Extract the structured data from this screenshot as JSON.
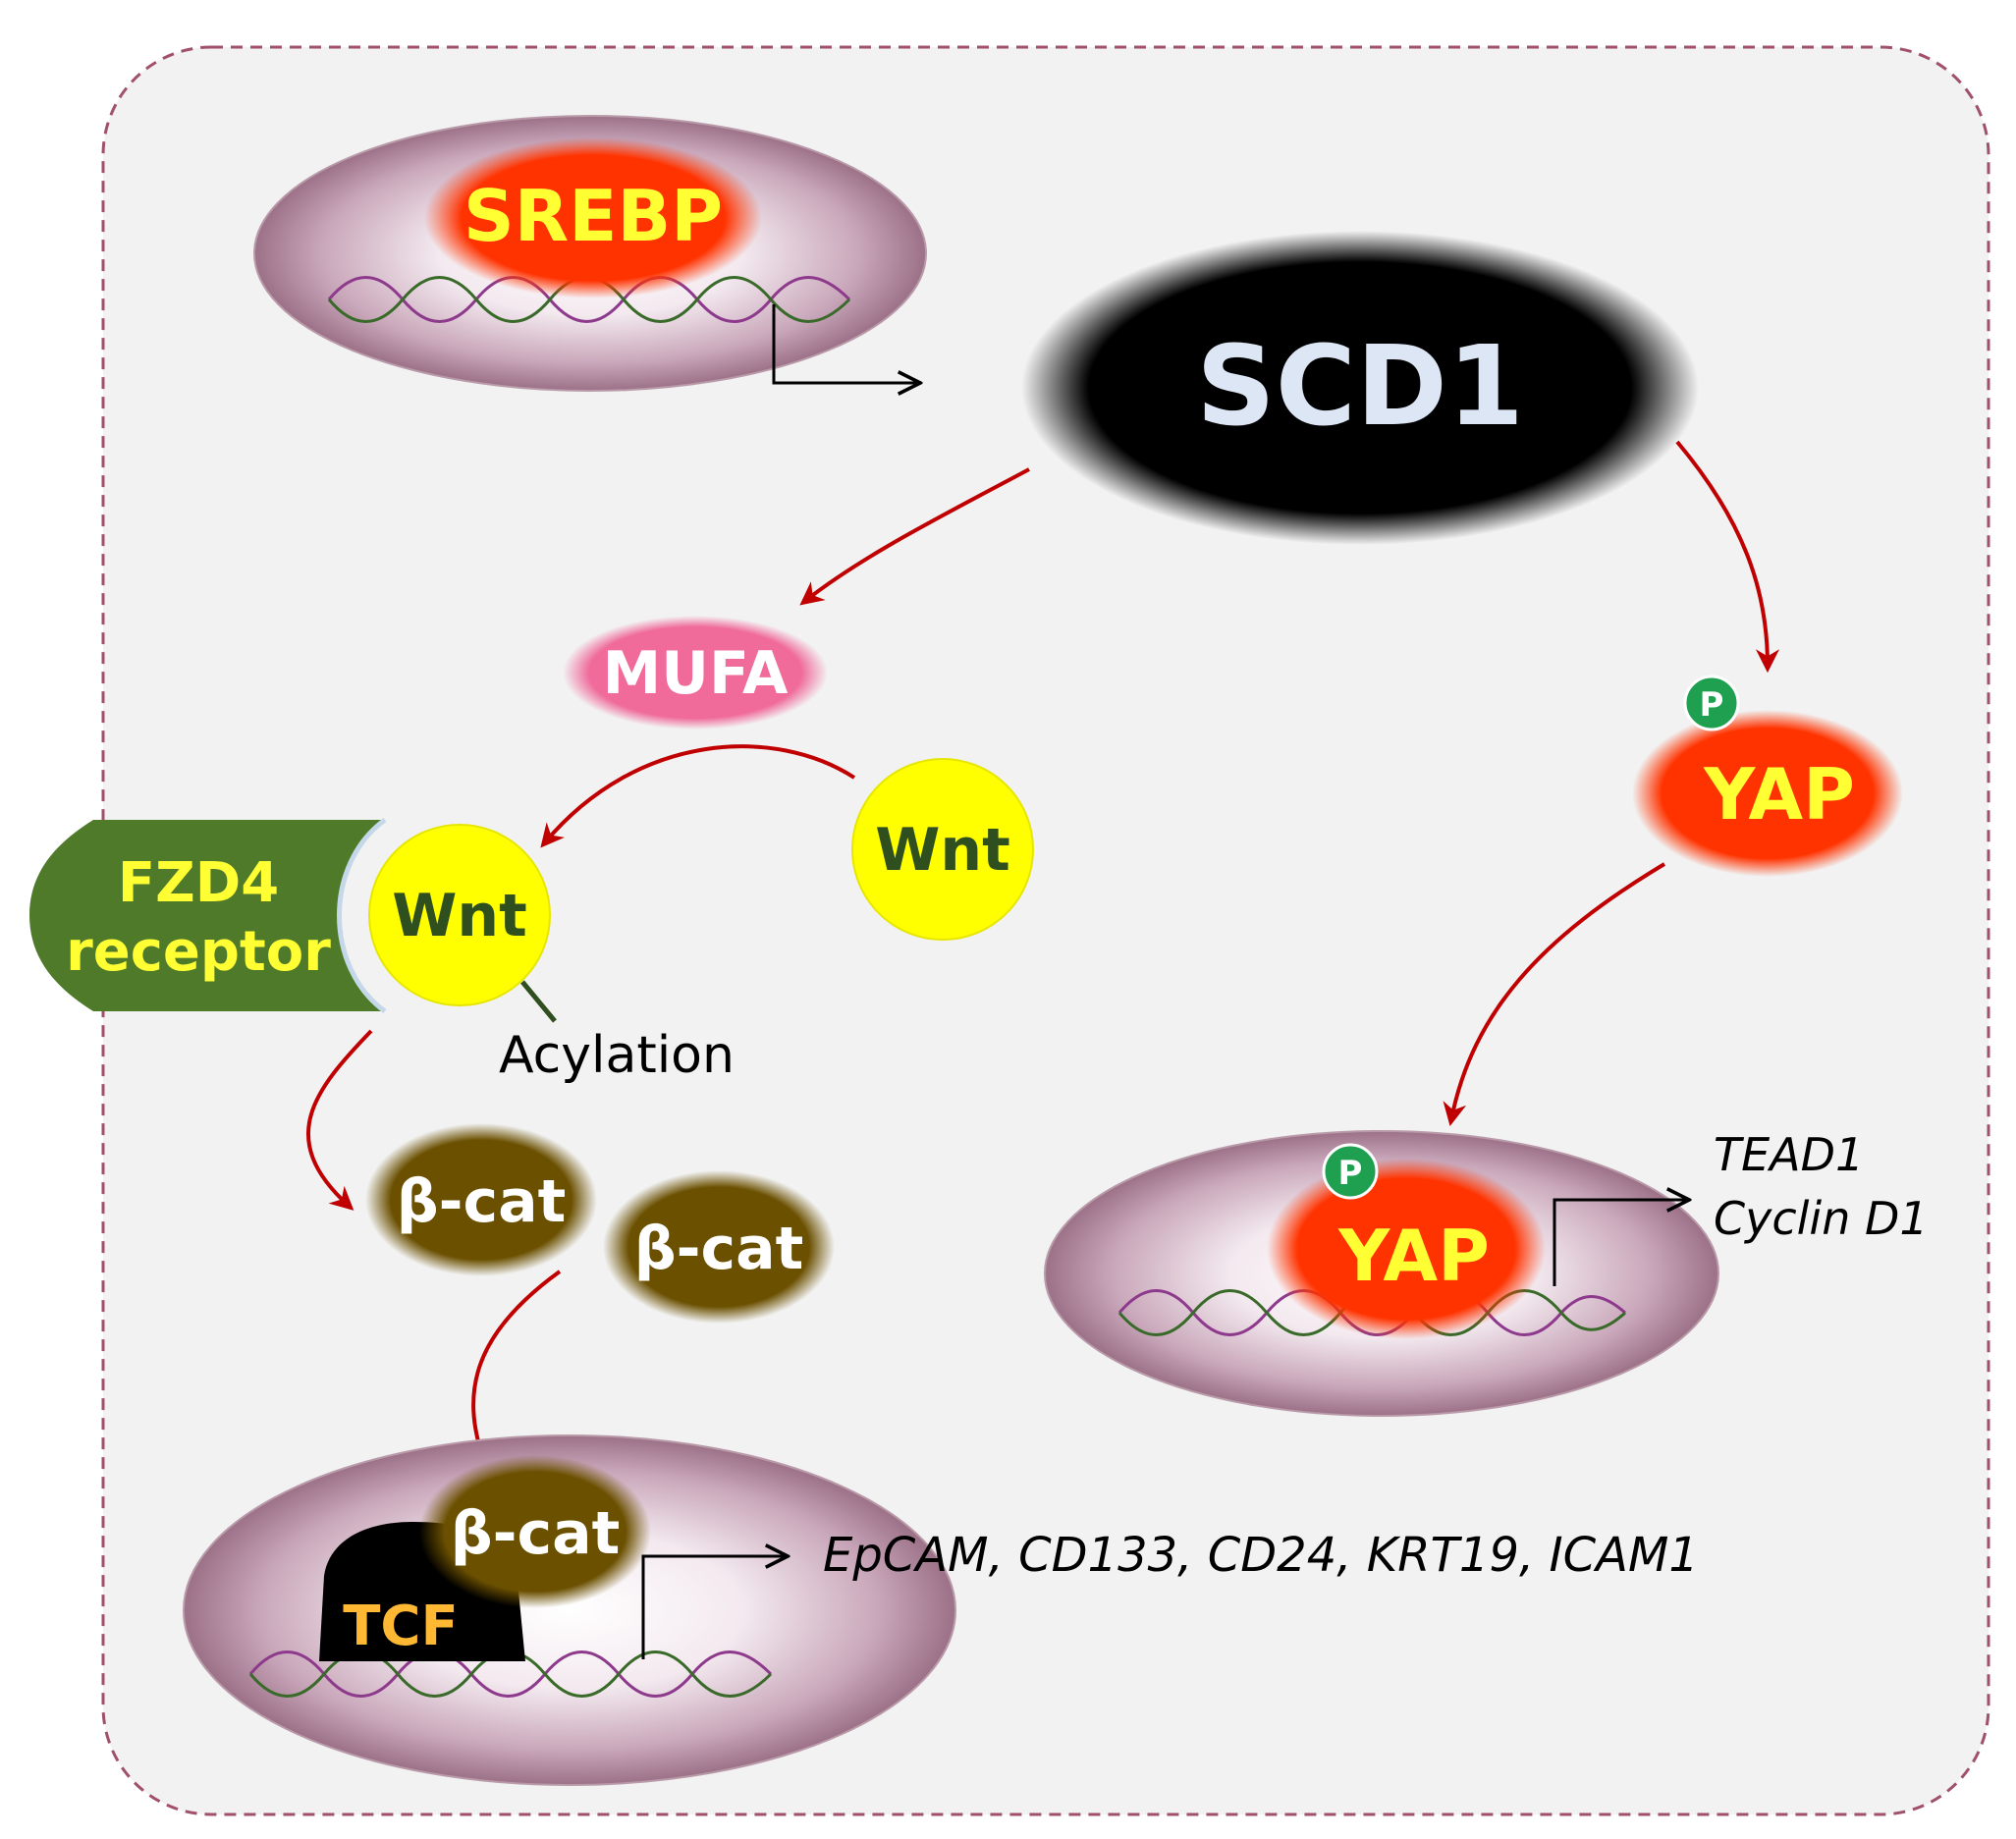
{
  "nodes": {
    "srebp": "SREBP",
    "scd1": "SCD1",
    "mufa": "MUFA",
    "wnt_bound": "Wnt",
    "wnt_free": "Wnt",
    "fzd4_line1": "FZD4",
    "fzd4_line2": "receptor",
    "acylation": "Acylation",
    "bcat1": "β-cat",
    "bcat2": "β-cat",
    "bcat3": "β-cat",
    "tcf": "TCF",
    "yap_cyto": "YAP",
    "yap_nuc": "YAP",
    "p_cyto": "P",
    "p_nuc": "P"
  },
  "targets": {
    "bcat_genes": "EpCAM, CD133, CD24, KRT19, ICAM1",
    "yap_gene1": "TEAD1",
    "yap_gene2": "Cyclin D1"
  },
  "colors": {
    "frame_bg": "#f2f2f2",
    "frame_border": "#a0506a",
    "arrow_red": "#c00000",
    "srebp_red": "#ff3300",
    "label_yellow": "#ffff33",
    "wnt_yellow": "#ffff00",
    "wnt_text": "#2f4f1f",
    "fzd_green": "#4f7a2a",
    "bcat_brown": "#6b5000",
    "mufa_pink": "#f06a9a",
    "p_green": "#1fa050",
    "scd1_text": "#dce6f4"
  }
}
